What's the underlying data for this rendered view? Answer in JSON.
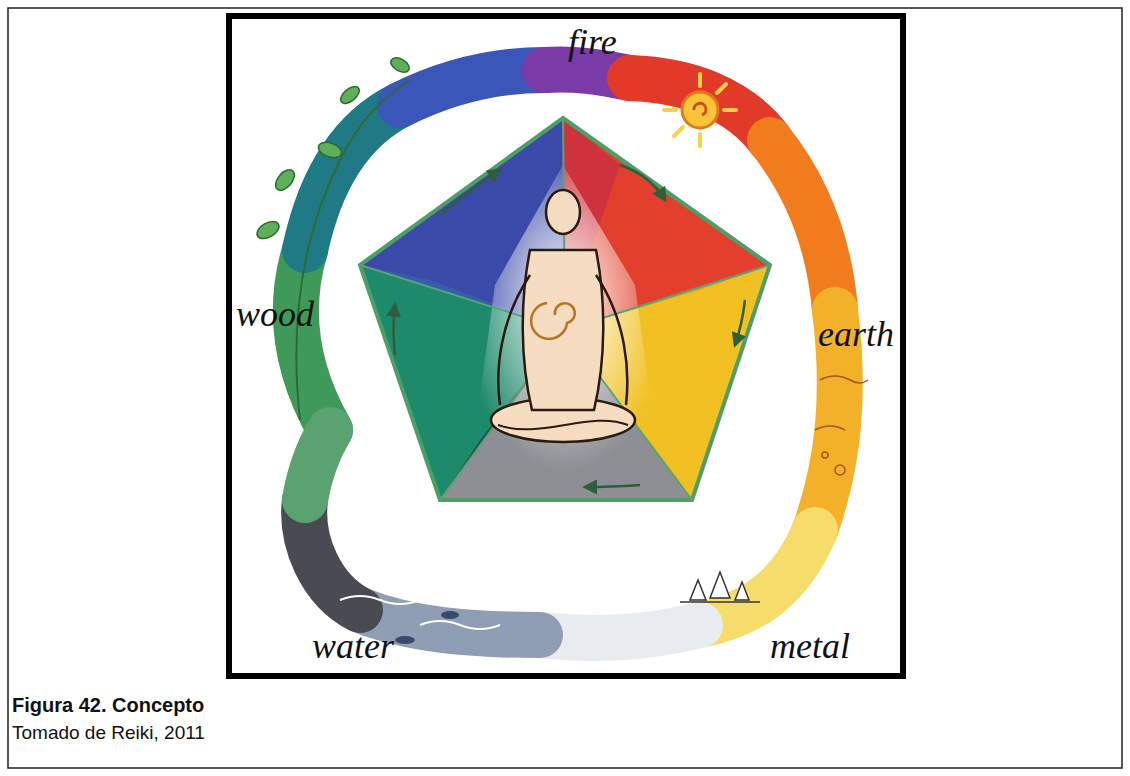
{
  "diagram": {
    "caption": "Figura 42. Concepto",
    "labels": [
      "fire",
      "earth",
      "metal",
      "water",
      "wood",
      "Tomado de Reiki, 2011"
    ]
  }
}
